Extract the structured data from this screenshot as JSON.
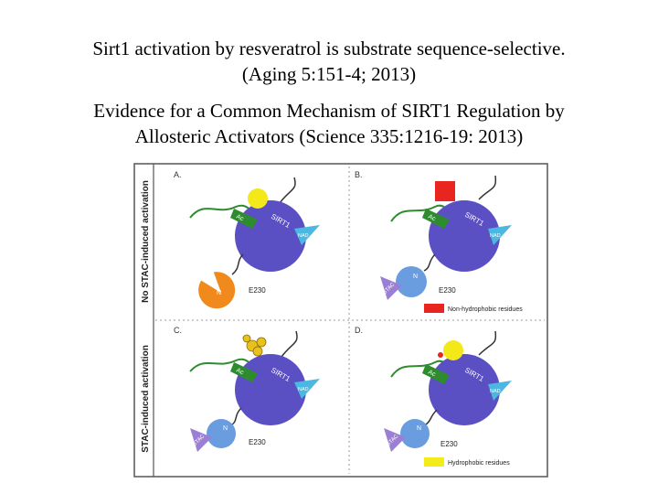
{
  "title": {
    "line1": "Sirt1 activation by resveratrol is substrate sequence-selective.",
    "line2": "(Aging 5:151-4; 2013)",
    "line3": "Evidence for a Common Mechanism of SIRT1 Regulation by",
    "line4": "Allosteric Activators (Science 335:1216-19: 2013)"
  },
  "figure": {
    "row_labels": {
      "top": "No STAC-induced activation",
      "bottom": "STAC-induced activation"
    },
    "panels": {
      "a": {
        "label": "A.",
        "enzyme": "SIRT1",
        "acetyl": "Ac",
        "cofactor": "NAD",
        "n_domain": "N",
        "residue": "E230"
      },
      "b": {
        "label": "B.",
        "enzyme": "SIRT1",
        "acetyl": "Ac",
        "cofactor": "NAD",
        "n_domain": "N",
        "stac": "STAC",
        "residue": "E230"
      },
      "c": {
        "label": "C.",
        "enzyme": "SIRT1",
        "acetyl": "Ac",
        "cofactor": "NAD",
        "n_domain": "N",
        "stac": "STAC",
        "residue": "E230"
      },
      "d": {
        "label": "D.",
        "enzyme": "SIRT1",
        "acetyl": "Ac",
        "cofactor": "NAD",
        "n_domain": "N",
        "stac": "STAC",
        "residue": "E230"
      }
    },
    "legend": {
      "non_hydrophobic": "Non-hydrophobic residues",
      "hydrophobic": "Hydrophobic residues"
    },
    "colors": {
      "sirt1": "#5b4fc4",
      "acetyl_tag": "#2e8b2e",
      "nad": "#4ab8e0",
      "n_domain_orange": "#f08a1c",
      "n_domain_blue": "#6a9de0",
      "stac": "#9b7fd4",
      "non_hydrophobic": "#e8251f",
      "hydrophobic": "#f4ec1a",
      "substrate_yellow": "#f2e81a"
    }
  }
}
